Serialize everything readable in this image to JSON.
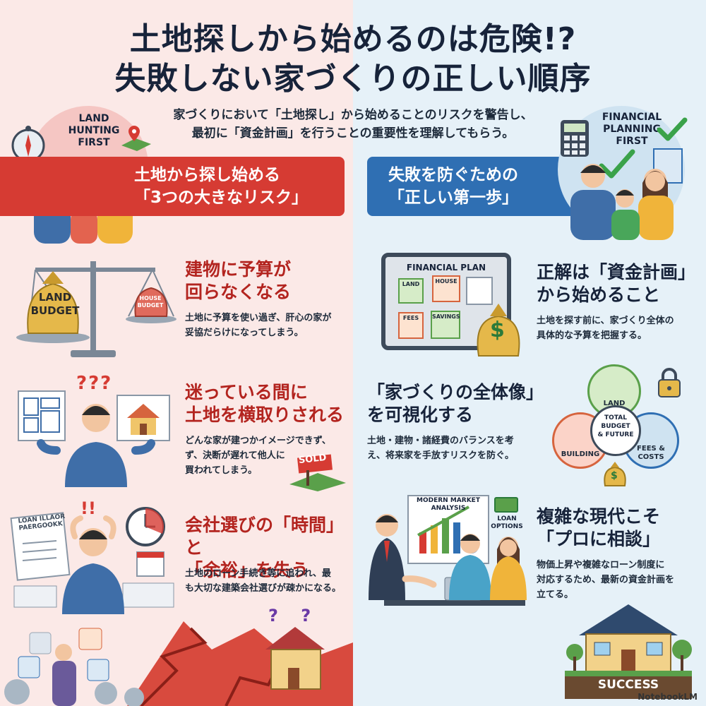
{
  "title": {
    "line1": "土地探しから始めるのは危険!?",
    "line2": "失敗しない家づくりの正しい順序"
  },
  "subtitle": {
    "line1": "家づくりにおいて「土地探し」から始めることのリスクを警告し、",
    "line2": "最初に「資金計画」を行うことの重要性を理解してもらう。"
  },
  "left": {
    "badge": {
      "line1": "LAND",
      "line2": "HUNTING",
      "line3": "FIRST"
    },
    "banner": {
      "line1": "土地から探し始める",
      "line2": "「3つの大きなリスク」"
    },
    "risks": [
      {
        "head1": "建物に予算が",
        "head2": "回らなくなる",
        "body1": "土地に予算を使い過ぎ、肝心の家が",
        "body2": "妥協だらけになってしまう。",
        "art": {
          "bag": "LAND\nBUDGET",
          "bag1": "LAND",
          "bag2": "BUDGET",
          "house1": "HOUSE",
          "house2": "BUDGET"
        }
      },
      {
        "head1": "迷っている間に",
        "head2": "土地を横取りされる",
        "body1": "どんな家が建つかイメージできず、",
        "body2": "ず、決断が遅れて他人に",
        "body3": "買われてしまう。",
        "art": {
          "marks": "???",
          "sold": "SOLD"
        }
      },
      {
        "head1": "会社選びの「時間」と",
        "head2": "「余裕」を失う",
        "body1": "土地のローン手続き等に追われ、最",
        "body2": "も大切な建築会社選びが疎かになる。",
        "art": {
          "paper1": "LOAN ILLAOR",
          "paper2": "PAERGOOKK",
          "marks": "!!"
        }
      }
    ]
  },
  "right": {
    "badge": {
      "line1": "FINANCIAL",
      "line2": "PLANNING",
      "line3": "FIRST"
    },
    "banner": {
      "line1": "失敗を防ぐための",
      "line2": "「正しい第一歩」"
    },
    "steps": [
      {
        "head1": "正解は「資金計画」",
        "head2": "から始めること",
        "body1": "土地を探す前に、家づくり全体の",
        "body2": "具体的な予算を把握する。",
        "art": {
          "tablet_title": "FINANCIAL PLAN",
          "tiles": [
            "LAND",
            "HOUSE",
            "FEES",
            "SAVINGS"
          ],
          "coin": "$"
        }
      },
      {
        "head1": "「家づくりの全体像」",
        "head2": "を可視化する",
        "body1": "土地・建物・諸経費のバランスを考",
        "body2": "え、将来家を手放すリスクを防ぐ。",
        "art": {
          "center1": "TOTAL",
          "center2": "BUDGET",
          "center3": "& FUTURE",
          "land": "LAND",
          "building": "BUILDING",
          "fees1": "FEES &",
          "fees2": "COSTS",
          "coin": "$"
        }
      },
      {
        "head1": "複雑な現代こそ",
        "head2": "「プロに相談」",
        "body1": "物価上昇や複雑なローン制度に",
        "body2": "対応するため、最新の資金計画を",
        "body3": "立てる。",
        "art": {
          "board1": "MODERN MARKET",
          "board2": "ANALYSIS",
          "loan1": "LOAN",
          "loan2": "OPTIONS"
        }
      }
    ],
    "success": "SUCCESS"
  },
  "watermark": "NotebookLM",
  "colors": {
    "red": "#d63b33",
    "blue": "#2f6fb3",
    "dark": "#17233a"
  }
}
